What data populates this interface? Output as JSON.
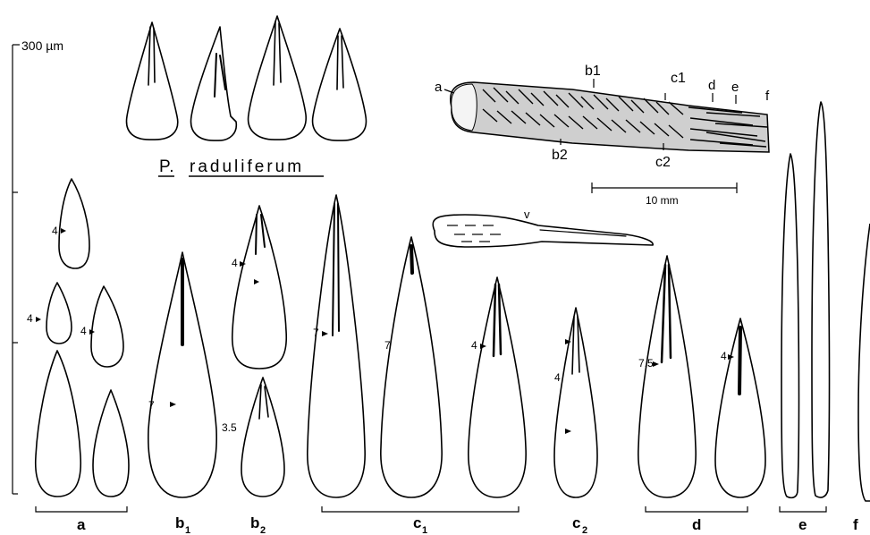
{
  "scale_bar": {
    "label": "300 µm"
  },
  "species_title": {
    "genus": "P.",
    "species": "raduliferum"
  },
  "specimen": {
    "markers": {
      "a": "a",
      "b1": "b1",
      "b2": "b2",
      "c1": "c1",
      "c2": "c2",
      "d": "d",
      "e": "e",
      "f": "f"
    },
    "scale_label": "10 mm"
  },
  "arrow_marker": "v",
  "numbers": {
    "a_top": "4",
    "a_left": "4",
    "a_right": "4",
    "b1": "7",
    "b2_upper": "4",
    "b2_lower": "3.5",
    "c1_first": "7",
    "c1_second": "7",
    "c1_third": "4",
    "c2": "4",
    "d_first": "7.5",
    "d_second": "4"
  },
  "group_labels": {
    "a": "a",
    "b1": "b",
    "b2": "b",
    "c1": "c",
    "c2": "c",
    "d": "d",
    "e": "e",
    "f": "f"
  },
  "group_subscripts": {
    "b1": "1",
    "b2": "2",
    "c1": "1",
    "c2": "2"
  },
  "colors": {
    "ink": "#000000",
    "background": "#ffffff"
  }
}
